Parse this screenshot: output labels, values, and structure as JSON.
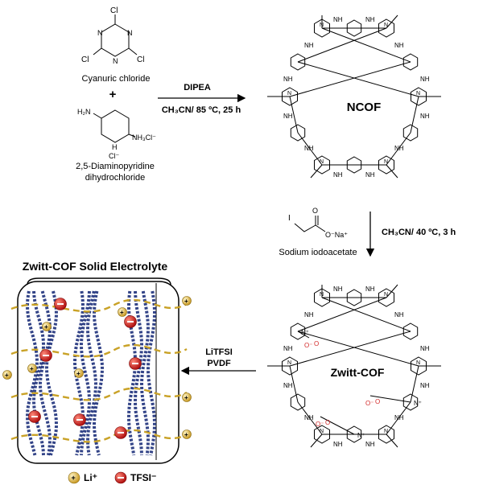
{
  "reagents": {
    "cyanuric_chloride": "Cyanuric chloride",
    "plus": "+",
    "diaminopyridine_line1": "2,5-Diaminopyridine",
    "diaminopyridine_line2": "dihydrochloride",
    "cl": "Cl",
    "n": "N",
    "nh2": "H₂N",
    "nh3cl": "NH₃Cl⁻",
    "hplus": "H",
    "cl_minus": "Cl⁻"
  },
  "step1": {
    "reagent": "DIPEA",
    "conditions": "CH₃CN/ 85 ºC, 25 h"
  },
  "ncof": {
    "label": "NCOF",
    "nh": "NH",
    "n": "N"
  },
  "step2": {
    "conditions": "CH₃CN/ 40 ºC, 3 h",
    "reagent_name": "Sodium iodoacetate",
    "i": "I",
    "o_na": "O⁻Na⁺",
    "o": "O"
  },
  "zwitt_cof": {
    "label": "Zwitt-COF",
    "nplus": "N⁺",
    "ominus": "O⁻",
    "o": "O"
  },
  "step3": {
    "line1": "LiTFSI",
    "line2": "PVDF"
  },
  "electrolyte": {
    "title": "Zwitt-COF Solid Electrolyte",
    "legend_li": "Li⁺",
    "legend_tfsi": "TFSI⁻"
  },
  "colors": {
    "accent_red": "#d32a2a",
    "li_gold": "#d9b84a",
    "framework_blue": "#1c2f7a",
    "path_gold": "#c9a227"
  }
}
